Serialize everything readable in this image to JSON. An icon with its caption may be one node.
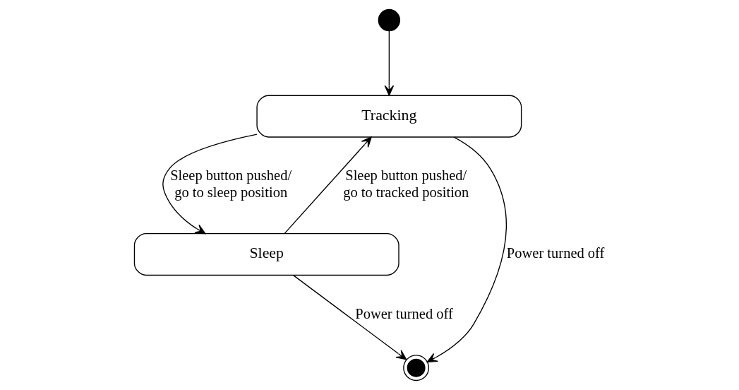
{
  "diagram": {
    "nodes": [
      {
        "text": [],
        "shape": "circle"
      },
      {
        "text": [
          "Tracking"
        ]
      },
      {
        "text": [
          "Sleep"
        ]
      },
      {
        "text": [],
        "shape": "bullseye"
      }
    ],
    "edges": [
      {
        "from": 0,
        "to": 1,
        "arrow": "to"
      },
      {
        "from": 2,
        "to": 1,
        "arrow": "to",
        "label": "Sleep button pushed/ go to tracked position"
      },
      {
        "from": 1,
        "to": 2,
        "arrow": "to",
        "label": "Sleep button pushed/ go to sleep position"
      },
      {
        "from": 1,
        "to": 3,
        "arrow": "to",
        "label": "Power turned off"
      },
      {
        "from": 2,
        "to": 3,
        "arrow": "to",
        "label": "Power turned off"
      }
    ]
  }
}
